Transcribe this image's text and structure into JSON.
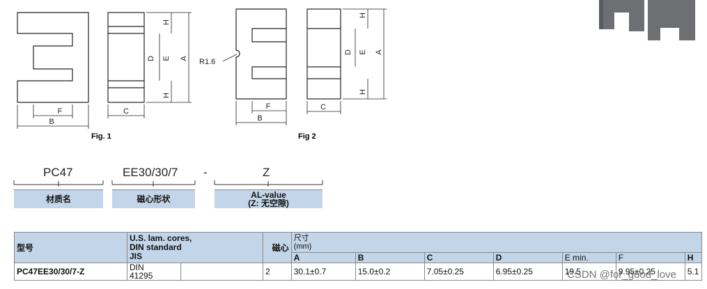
{
  "figures": {
    "fig1": {
      "label": "Fig. 1",
      "dims": {
        "F": "F",
        "B": "B",
        "C": "C",
        "H": "H",
        "D": "D",
        "E": "E",
        "A": "A"
      }
    },
    "fig2": {
      "label": "Fig 2",
      "radius": "R1.6",
      "dims": {
        "F": "F",
        "B": "B",
        "C": "C",
        "H": "H",
        "D": "D",
        "E": "E",
        "A": "A"
      }
    }
  },
  "part_code": {
    "segments": [
      {
        "code": "PC47",
        "label": "材质名"
      },
      {
        "code": "EE30/30/7",
        "label": "磁心形状"
      },
      {
        "code": "Z",
        "label_line1": "AL-value",
        "label_line2": "(Z: 无空隙)"
      }
    ],
    "dash": "-"
  },
  "spec_table": {
    "col_model": "型号",
    "col_std_lines": [
      "U.S. lam. cores,",
      "DIN standard",
      "JIS"
    ],
    "col_cores": "磁心",
    "col_size_lines": [
      "尺寸",
      "(mm)"
    ],
    "dim_headers": [
      "A",
      "B",
      "C",
      "D",
      "E min.",
      "F",
      "H"
    ],
    "rows": [
      {
        "model": "PC47EE30/30/7-Z",
        "std_lines": [
          "DIN",
          "41295"
        ],
        "cores": "2",
        "A": "30.1±0.7",
        "B": "15.0±0.2",
        "C": "7.05±0.25",
        "D": "6.95±0.25",
        "E": "19.5",
        "F": "9.95±0.25",
        "H": "5.1"
      }
    ]
  },
  "watermark": "CSDN @for_good_love",
  "colors": {
    "header_bg": "#c3d5e8",
    "core_gray": "#6d6f72"
  }
}
